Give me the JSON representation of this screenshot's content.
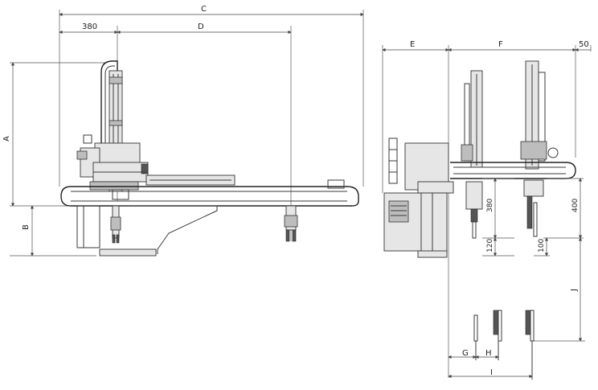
{
  "dimensions": {
    "C": "C",
    "d380": "380",
    "D": "D",
    "A": "A",
    "B": "B",
    "E": "E",
    "F": "F",
    "d50": "50",
    "d380b": "380",
    "d400": "400",
    "d120": "120",
    "d100": "100",
    "J": "J",
    "G": "G",
    "H": "H",
    "I": "I"
  }
}
